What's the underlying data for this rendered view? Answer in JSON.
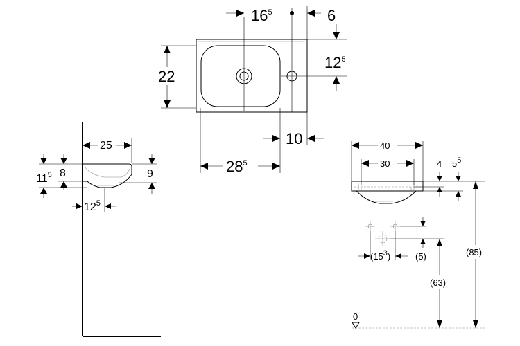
{
  "top_view": {
    "width": {
      "main": "28",
      "sup": "5"
    },
    "height": "22",
    "hole_offset": {
      "main": "16",
      "sup": "5"
    },
    "edge_right": "6",
    "tap_offset": {
      "main": "12",
      "sup": "5"
    },
    "overflow_offset": "10"
  },
  "side_view": {
    "depth": "25",
    "rim_height": {
      "main": "11",
      "sup": "5"
    },
    "bowl_depth": "8",
    "rim_right": "9",
    "drain_offset": {
      "main": "12",
      "sup": "5"
    }
  },
  "front_view": {
    "overall_width": "40",
    "inner_width": "30",
    "rim_left": "4",
    "rim_right": {
      "main": "5",
      "sup": "5"
    },
    "fixing_spacing": {
      "main": "(15",
      "sup": "3",
      "tail": ")"
    },
    "drain_height": "(5)",
    "fixing_height": "(63)",
    "total_height": "(85)",
    "floor_level": "0"
  }
}
